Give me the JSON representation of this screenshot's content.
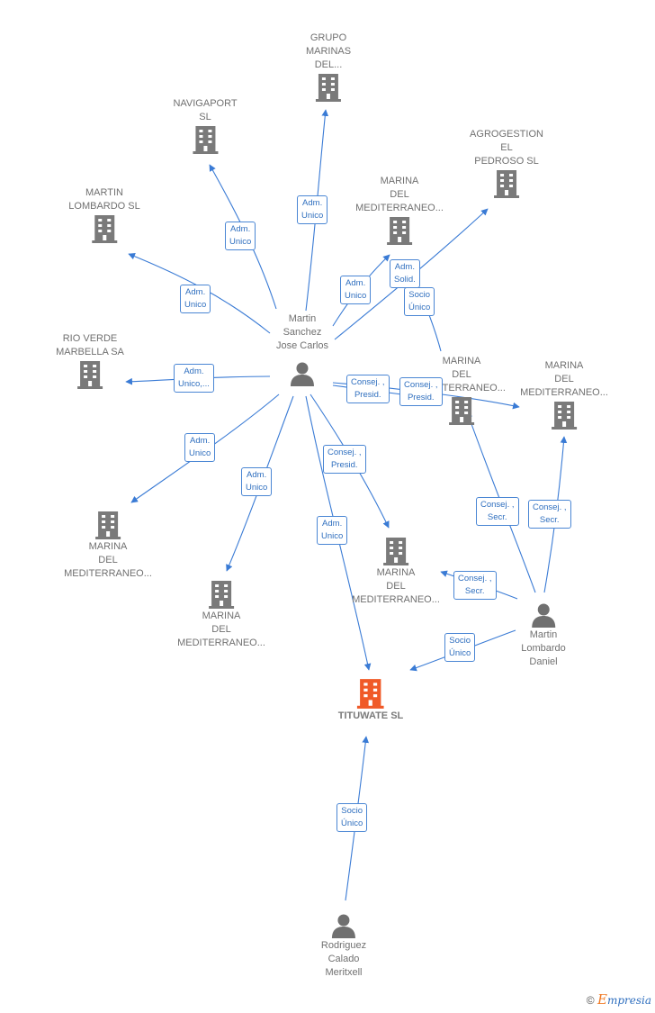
{
  "colors": {
    "edge": "#3a7bd5",
    "company": "#7a7a7a",
    "target": "#f05a28",
    "person": "#707070"
  },
  "companies": [
    {
      "id": "grupo",
      "label": "GRUPO\nMARINAS\nDEL..."
    },
    {
      "id": "navigaport",
      "label": "NAVIGAPORT\nSL"
    },
    {
      "id": "agrogestion",
      "label": "AGROGESTION\nEL\nPEDROSO  SL"
    },
    {
      "id": "martin_lombardo_sl",
      "label": "MARTIN\nLOMBARDO SL"
    },
    {
      "id": "marina1",
      "label": "MARINA\nDEL\nMEDITERRANEO..."
    },
    {
      "id": "rio_verde",
      "label": "RIO VERDE\nMARBELLA SA"
    },
    {
      "id": "marina2",
      "label": "MARINA\nDEL\nMEDITERRANEO..."
    },
    {
      "id": "marina3",
      "label": "MARINA\nDEL\nMEDITERRANEO..."
    },
    {
      "id": "marina4",
      "label": "MARINA\nDEL\nMEDITERRANEO..."
    },
    {
      "id": "marina5",
      "label": "MARINA\nDEL\nMEDITERRANEO..."
    },
    {
      "id": "marina6",
      "label": "MARINA\nDEL\nMEDITERRANEO..."
    }
  ],
  "target": {
    "id": "tituwate",
    "label": "TITUWATE  SL"
  },
  "persons": [
    {
      "id": "martin_sanchez",
      "label": "Martin\nSanchez\nJose Carlos"
    },
    {
      "id": "martin_lombardo",
      "label": "Martin\nLombardo\nDaniel"
    },
    {
      "id": "rodriguez",
      "label": "Rodriguez\nCalado\nMeritxell"
    }
  ],
  "edge_labels": [
    {
      "id": "e_grupo",
      "text": "Adm.\nUnico"
    },
    {
      "id": "e_navigaport",
      "text": "Adm.\nUnico"
    },
    {
      "id": "e_martin_sl",
      "text": "Adm.\nUnico"
    },
    {
      "id": "e_marina1",
      "text": "Adm.\nUnico"
    },
    {
      "id": "e_agrogestion",
      "text": "Adm.\nSolid."
    },
    {
      "id": "e_socio_marina4",
      "text": "Socio\nÚnico"
    },
    {
      "id": "e_rio",
      "text": "Adm.\nUnico,..."
    },
    {
      "id": "e_marina5",
      "text": "Consej. ,\nPresid."
    },
    {
      "id": "e_marina4",
      "text": "Consej. ,\nPresid."
    },
    {
      "id": "e_marina2",
      "text": "Adm.\nUnico"
    },
    {
      "id": "e_marina3",
      "text": "Adm.\nUnico"
    },
    {
      "id": "e_marina6",
      "text": "Consej. ,\nPresid."
    },
    {
      "id": "e_tituwate_ms",
      "text": "Adm.\nUnico"
    },
    {
      "id": "e_ml_marina4",
      "text": "Consej. ,\nSecr."
    },
    {
      "id": "e_ml_marina5",
      "text": "Consej. ,\nSecr."
    },
    {
      "id": "e_ml_marina6",
      "text": "Consej. ,\nSecr."
    },
    {
      "id": "e_ml_tituwate",
      "text": "Socio\nÚnico"
    },
    {
      "id": "e_rod_tituwate",
      "text": "Socio\nÚnico"
    }
  ],
  "copyright": {
    "symbol": "©",
    "brand_initial": "E",
    "brand_rest": "mpresia"
  }
}
